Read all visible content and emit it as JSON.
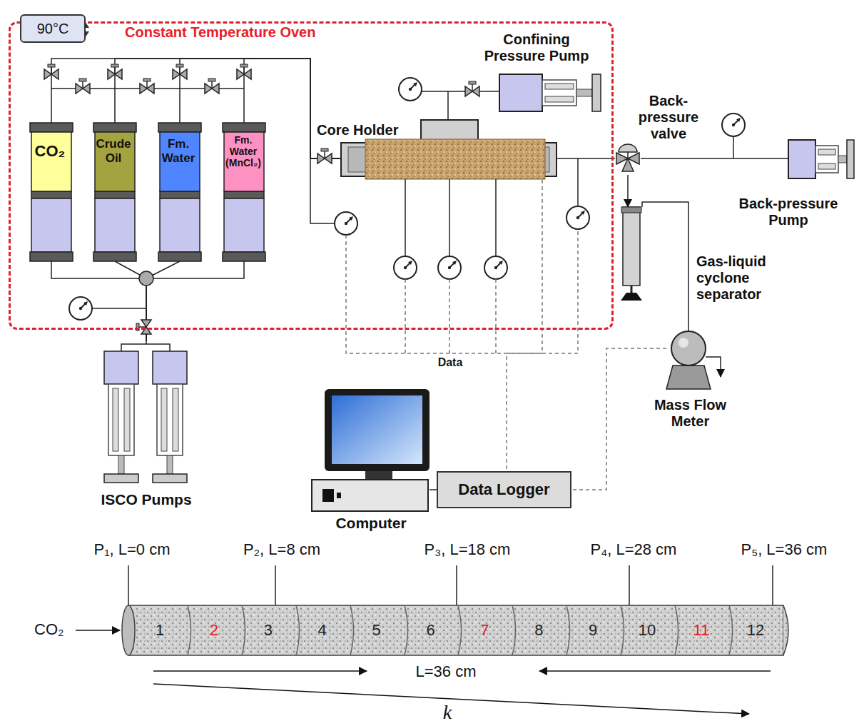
{
  "diagram": {
    "nodes": [
      {
        "text": [
          "Constant Temperature Oven"
        ]
      },
      {
        "text": [
          "90°C"
        ],
        "in": 0
      },
      {
        "text": [
          "CO₂"
        ],
        "in": 0
      },
      {
        "text": [
          "Crude Oil"
        ],
        "in": 0
      },
      {
        "text": [
          "Fm. Water"
        ],
        "in": 0
      },
      {
        "text": [
          "Fm. Water (MnCl₂)"
        ],
        "in": 0
      },
      {
        "text": [
          "Confining Pressure Pump"
        ],
        "in": 0
      },
      {
        "text": [
          "Core Holder"
        ],
        "in": 0
      },
      {
        "text": [
          "Back- pressure valve"
        ]
      },
      {
        "text": [
          "Back-pressure Pump"
        ]
      },
      {
        "text": [
          "Gas-liquid cyclone separator"
        ]
      },
      {
        "text": [
          "Mass Flow Meter"
        ]
      },
      {
        "text": [
          "ISCO Pumps"
        ]
      },
      {
        "text": [
          "Computer"
        ]
      },
      {
        "text": [
          "Data Logger"
        ]
      }
    ],
    "edges": [
      {
        "from": 12,
        "to": 2,
        "arrow": "none"
      },
      {
        "from": 12,
        "to": 3,
        "arrow": "none"
      },
      {
        "from": 12,
        "to": 4,
        "arrow": "none"
      },
      {
        "from": 12,
        "to": 5,
        "arrow": "none"
      },
      {
        "from": 2,
        "to": 7,
        "arrow": "none"
      },
      {
        "from": 3,
        "to": 7,
        "arrow": "none"
      },
      {
        "from": 4,
        "to": 7,
        "arrow": "none"
      },
      {
        "from": 5,
        "to": 7,
        "arrow": "none"
      },
      {
        "from": 6,
        "to": 7,
        "arrow": "none"
      },
      {
        "from": 7,
        "to": 8,
        "arrow": "none"
      },
      {
        "from": 9,
        "to": 8,
        "arrow": "none"
      },
      {
        "from": 8,
        "to": 10,
        "arrow": "to"
      },
      {
        "from": 10,
        "to": 11,
        "arrow": "none"
      },
      {
        "from": 7,
        "to": 14,
        "label": "Data",
        "arrow": "none"
      },
      {
        "from": 11,
        "to": 14,
        "arrow": "none"
      },
      {
        "from": 14,
        "to": 13,
        "arrow": "none"
      }
    ],
    "labels": [
      "P₁, L=0 cm",
      "P₂, L=8 cm",
      "P₃, L=18 cm",
      "P₄, L=28 cm",
      "P₅, L=36 cm",
      "CO₂",
      "1",
      "2",
      "3",
      "4",
      "5",
      "6",
      "7",
      "8",
      "9",
      "10",
      "11",
      "12",
      "L=36 cm",
      "k"
    ]
  }
}
